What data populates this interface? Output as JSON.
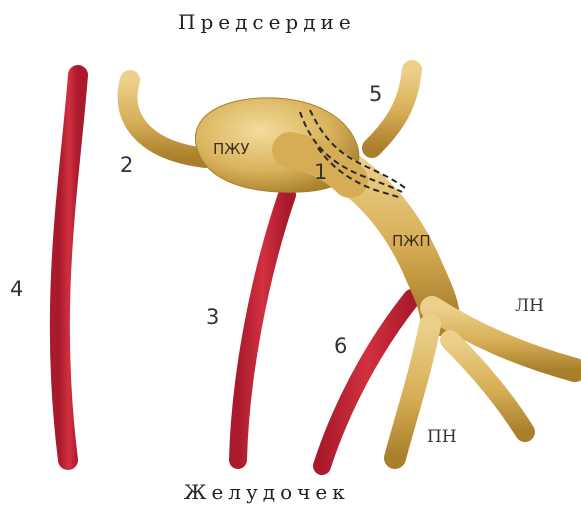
{
  "top_label": "Предсердие",
  "bottom_label": "Желудочек",
  "numbers": {
    "n1": "1",
    "n2": "2",
    "n3": "3",
    "n4": "4",
    "n5": "5",
    "n6": "6"
  },
  "abbreviations": {
    "pzhu": "ПЖУ",
    "pzhp": "ПЖП",
    "ln": "ЛН",
    "pn": "ПН"
  },
  "colors": {
    "conduction": "#d9b35c",
    "conduction_dark": "#a8802c",
    "vessel": "#c8283a"
  }
}
